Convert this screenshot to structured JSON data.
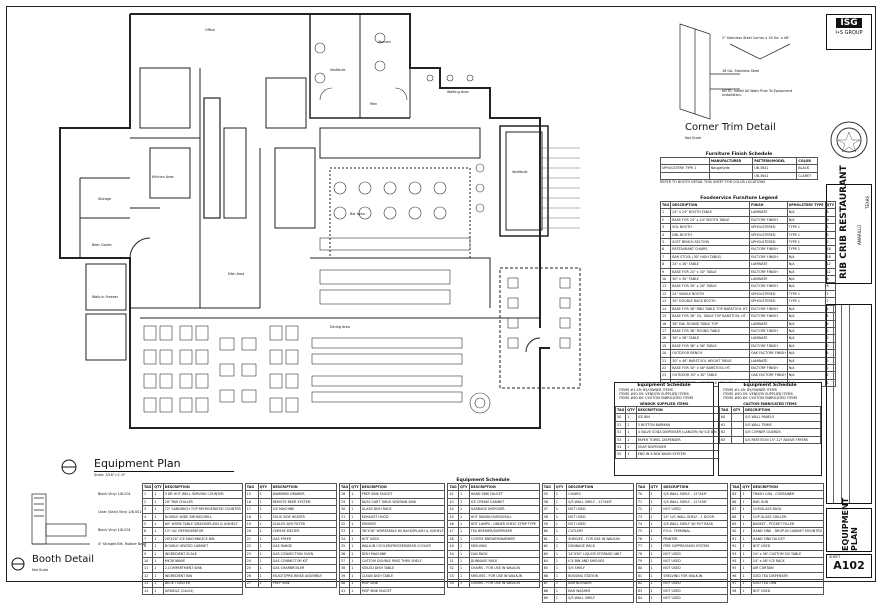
{
  "sheet": {
    "plan_title": "Equipment Plan",
    "plan_scale": "Scale: 3/16\"=1'-0\"",
    "plan_ref": "A102",
    "booth_title": "Booth Detail",
    "booth_scale": "Not Scale",
    "corner_title": "Corner Trim Detail",
    "corner_scale": "Not Scale",
    "sheet_number": "A102",
    "sheet_name": "EQUIPMENT PLAN"
  },
  "title_block": {
    "firm_logo": "ISG",
    "firm_name": "I•S GROUP",
    "project_name": "RIB CRIB RESTAURANT",
    "city": "AMARILLO",
    "state": "TEXAS",
    "sheet_label": "SHEET"
  },
  "rooms": [
    {
      "name": "Office",
      "kind": "room"
    },
    {
      "name": "Women",
      "kind": "room"
    },
    {
      "name": "Men",
      "kind": "room"
    },
    {
      "name": "Vestibule",
      "kind": "room"
    },
    {
      "name": "Waiting Area",
      "kind": "room"
    },
    {
      "name": "Kitchen Area",
      "kind": "room"
    },
    {
      "name": "Bar Area",
      "kind": "room"
    },
    {
      "name": "Dining Area",
      "kind": "room"
    },
    {
      "name": "Storage",
      "kind": "room"
    },
    {
      "name": "Beer Cooler",
      "kind": "room"
    },
    {
      "name": "Walk-in Freezer",
      "kind": "room"
    },
    {
      "name": "Dish Area",
      "kind": "room"
    },
    {
      "name": "Vestibule",
      "kind": "room"
    }
  ],
  "corner_detail": {
    "notes": [
      "2\" Stainless Steel Corner x 16 Ga. x 48\"",
      "18 GA. Stainless Steel",
      "NOTE: Install All Walls Prior To Equipment Installation."
    ]
  },
  "booth_detail": {
    "notes": [
      "Black Vinyl 1/8-001",
      "Clear (Seal) Vinyl 1/8-001",
      "Black Vinyl 1/8-001",
      "4\" Straight Blk. Rubber Base"
    ]
  },
  "furniture_finish": {
    "title": "Furniture Finish Schedule",
    "headers": [
      "",
      "MANUFACTURER",
      "PATTERN/MODEL",
      "COLOR"
    ],
    "rows": [
      [
        "UPHOLSTERY: TYPE 1",
        "Naugahyde",
        "UB-3641",
        "BLACK"
      ],
      [
        "",
        "",
        "UB-3641",
        "CLARET"
      ]
    ],
    "note": "REFER TO BOOTH DETAIL THIS SHEET FOR COLOR LOCATIONS"
  },
  "furniture_legend": {
    "title": "Foodservice Furniture Legend",
    "headers": [
      "TAG",
      "DESCRIPTION",
      "FINISH",
      "UPHOLSTERY TYPE",
      "QTY"
    ],
    "rows": [
      [
        "1",
        "24\" x 24\" BOOTH TABLE",
        "LAMINATE",
        "N/A",
        "8"
      ],
      [
        "2",
        "BASE FOR 24\" x 24\" BOOTH TABLE",
        "FACTORY FINISH",
        "N/A",
        "8"
      ],
      [
        "3",
        "SGL BOOTH",
        "UPHOLSTERED",
        "TYPE 1",
        "4"
      ],
      [
        "4",
        "DBL BOOTH",
        "UPHOLSTERED",
        "TYPE 1",
        "3"
      ],
      [
        "5",
        "SOFT BENCH SECTION",
        "UPHOLSTERED",
        "TYPE 1",
        "2"
      ],
      [
        "6",
        "RESTAURANT CHAIRS",
        "FACTORY FINISH",
        "TYPE 1",
        "48"
      ],
      [
        "7",
        "BAR STOOL (30\" HIGH TABLE)",
        "FACTORY FINISH",
        "N/A",
        "16"
      ],
      [
        "8",
        "24\" x 30\" TABLE",
        "LAMINATE",
        "N/A",
        "12"
      ],
      [
        "9",
        "BASE FOR 24\" x 30\" TABLE",
        "FACTORY FINISH",
        "N/A",
        "12"
      ],
      [
        "10",
        "30\" x 30\" TABLE",
        "LAMINATE",
        "N/A",
        "6"
      ],
      [
        "11",
        "BASE FOR 30\" x 30\" TABLE",
        "FACTORY FINISH",
        "N/A",
        "6"
      ],
      [
        "12",
        "24\" SINGLE BOOTH",
        "UPHOLSTERED",
        "TYPE 1",
        "2"
      ],
      [
        "13",
        "30\" DOUBLE BACK BOOTH",
        "UPHOLSTERED",
        "TYPE 1",
        "2"
      ],
      [
        "14",
        "BASE FOR 36\" RND TABLE TOP BARSTOOL HT.",
        "FACTORY FINISH",
        "N/A",
        "4"
      ],
      [
        "15",
        "BASE FOR 36\" SQ. TABLE TOP BARSTOOL HT.",
        "FACTORY FINISH",
        "N/A",
        "4"
      ],
      [
        "16",
        "36\" DIA. ROUND TABLE TOP",
        "LAMINATE",
        "N/A",
        "4"
      ],
      [
        "17",
        "BASE FOR 36\" ROUND TABLE",
        "FACTORY FINISH",
        "N/A",
        "4"
      ],
      [
        "18",
        "36\" x 36\" TABLE",
        "LAMINATE",
        "N/A",
        "2"
      ],
      [
        "19",
        "BASE FOR 36\" x 36\" TABLE",
        "FACTORY FINISH",
        "N/A",
        "2"
      ],
      [
        "20",
        "OUTDOOR BENCH",
        "OAK FACTORY FINISH",
        "N/A",
        "4"
      ],
      [
        "21",
        "30\" x 48\" BARSTOOL HEIGHT TABLE",
        "LAMINATE",
        "N/A",
        "2"
      ],
      [
        "22",
        "BASE FOR 30\" x 48\" BARSTOOL HT.",
        "FACTORY FINISH",
        "N/A",
        "2"
      ],
      [
        "23",
        "OUTDOOR 30\" x 30\" TABLE",
        "OAK FACTORY FINISH",
        "N/A",
        "2"
      ],
      [
        "24",
        "OUTDOOR 30\" x 30\" TABLE (42\" HIGH)",
        "OAK FACTORY FINISH",
        "N/A",
        "2"
      ]
    ]
  },
  "equipment_small": {
    "title": "Equipment Schedule",
    "keys": [
      "ITEMS #1-49: BY/OWNER ITEMS",
      "ITEMS #50-59: VENDOR SUPPLIED ITEMS",
      "ITEMS #60-69: CUSTOM FABRICATED ITEMS"
    ],
    "subtitle": "VENDOR SUPPLIED ITEMS",
    "headers": [
      "TAG",
      "QTY",
      "DESCRIPTION"
    ],
    "rows": [
      [
        "50",
        "1",
        "ICE BIN"
      ],
      [
        "51",
        "1",
        "3 BUTTON BARMAN"
      ],
      [
        "52",
        "1",
        "4 VALVE SODA DISPENSER (LANCER) W/ ICE BIN"
      ],
      [
        "53",
        "1",
        "PAPER TOWEL DISPENSER"
      ],
      [
        "54",
        "1",
        "SOAP DISPENSER"
      ],
      [
        "55",
        "1",
        "END IN A BOX WASH SYSTEM"
      ]
    ]
  },
  "equipment_custom": {
    "title": "Equipment Schedule",
    "keys": [
      "ITEMS #1-49: BY/OWNER ITEMS",
      "ITEMS #50-59: VENDOR SUPPLIED ITEMS",
      "ITEMS #60-69: CUSTOM FABRICATED ITEMS"
    ],
    "subtitle": "CUSTOM FABRICATED ITEMS",
    "headers": [
      "TAG",
      "QTY",
      "DESCRIPTION"
    ],
    "rows": [
      [
        "60",
        "",
        "S/S WALL PANELS"
      ],
      [
        "61",
        "",
        "S/S WALL TRIMS"
      ],
      [
        "62",
        "",
        "S/S CORNER GUARDS"
      ],
      [
        "63",
        "",
        "S/S PARTITION 15\"-12\" ABOVE FRYERS"
      ]
    ]
  },
  "equipment_main": {
    "title": "Equipment Schedule",
    "headers": [
      "TAG",
      "QTY",
      "DESCRIPTION"
    ],
    "col1": [
      [
        "1",
        "1",
        "3 DR HOT WELL SERVING COUNTER"
      ],
      [
        "2",
        "1",
        "20\" PAN CHILLER"
      ],
      [
        "3",
        "1",
        "72\" SANDWICH TOP REFRIGERATED COUNTER"
      ],
      [
        "4",
        "1",
        "DOUBLE WIDE SMOKE/GRILL"
      ],
      [
        "5",
        "1",
        "60\" WORK TABLE S/BACKSPLASH & U/SHELF"
      ],
      [
        "6",
        "1",
        "15\" U/C REFRIGERATOR"
      ],
      [
        "7",
        "1",
        "20\"X20\" ICE MACHINE/ICE BIN"
      ],
      [
        "8",
        "1",
        "DOUBLE HEATED CABINET"
      ],
      [
        "9",
        "1",
        "INGREDIENT SCALE"
      ],
      [
        "10",
        "1",
        "MICROWAVE"
      ],
      [
        "11",
        "1",
        "2-COMPARTMENT SINK"
      ],
      [
        "12",
        "1",
        "INGREDIENT BIN"
      ],
      [
        "13",
        "1",
        "DECK TOASTER"
      ],
      [
        "14",
        "1",
        "GRIDDLE (24x24)"
      ]
    ],
    "col2": [
      [
        "15",
        "1",
        "WARMING DRAWER"
      ],
      [
        "16",
        "1",
        "REMOTE BEER SYSTEM"
      ],
      [
        "17",
        "1",
        "ICE MACHINE"
      ],
      [
        "18",
        "1",
        "SOUS VIDE HEATER"
      ],
      [
        "19",
        "1",
        "SCALES W/O FILTER"
      ],
      [
        "20",
        "1",
        "CHEESE MELTER"
      ],
      [
        "21",
        "1",
        "GAS FRYER"
      ],
      [
        "22",
        "1",
        "GAS RANGE"
      ],
      [
        "23",
        "1",
        "GAS CONVECTION OVEN"
      ],
      [
        "24",
        "1",
        "GAS CONNECTOR KIT"
      ],
      [
        "25",
        "1",
        "GAS CHARBROILER"
      ],
      [
        "26",
        "1",
        "FAUCET/PRE-RINSE ASSEMBLY"
      ],
      [
        "27",
        "1",
        "PREP SINK"
      ]
    ],
    "col3": [
      [
        "28",
        "1",
        "PREP SINK FAUCET"
      ],
      [
        "29",
        "1",
        "BUSS CART TABLE W/DRAIN SINK"
      ],
      [
        "30",
        "1",
        "GLASS DISH RACK"
      ],
      [
        "31",
        "1",
        "EXHAUST HOOD"
      ],
      [
        "32",
        "1",
        "SMOKER"
      ],
      [
        "33",
        "1",
        "36\"X30\" WORKTABLE W/ BACKSPLASH & U/SHELF"
      ],
      [
        "34",
        "1",
        "HOT USED"
      ],
      [
        "35",
        "1",
        "WALK-IN COOLER/FREEZER/BEER COOLER"
      ],
      [
        "36",
        "1",
        "DISH MACHINE"
      ],
      [
        "37",
        "1",
        "CUSTOM DOUBLE PASS THRU SHELF"
      ],
      [
        "38",
        "1",
        "SOILED DISH TABLE"
      ],
      [
        "39",
        "1",
        "CLEAN DISH TABLE"
      ],
      [
        "40",
        "1",
        "MOP SINK"
      ],
      [
        "41",
        "1",
        "MOP SINK FAUCET"
      ]
    ],
    "col4": [
      [
        "42",
        "1",
        "HAND SINK FAUCET"
      ],
      [
        "43",
        "1",
        "ICE CREAM CABINET"
      ],
      [
        "44",
        "1",
        "GARBAGE DISPOSER"
      ],
      [
        "45",
        "1",
        "HOT RANGE/OVEN/GRILL"
      ],
      [
        "46",
        "1",
        "HOT LAMPS - UNDER SHELF STRIP TYPE"
      ],
      [
        "47",
        "1",
        "TEA BREWER/DISPENSER"
      ],
      [
        "48",
        "1",
        "COFFEE BREWER/WARMER"
      ],
      [
        "49",
        "1",
        "SHELVING"
      ],
      [
        "50",
        "1",
        "CAN RACK"
      ],
      [
        "51",
        "1",
        "DUNNAGE RACK"
      ],
      [
        "52",
        "1",
        "CHAIRS - FOR USE IN WALK-IN"
      ],
      [
        "53",
        "1",
        "SHELVES - FOR USE IN WALK-IN"
      ],
      [
        "54",
        "1",
        "CHAIRS - FOR USE IN WALK-IN"
      ]
    ],
    "col5": [
      [
        "55",
        "1",
        "CHAIRS"
      ],
      [
        "56",
        "1",
        "S/S WALL SHELF - 12\"X48\""
      ],
      [
        "57",
        "1",
        "NOT USED"
      ],
      [
        "58",
        "1",
        "NOT USED"
      ],
      [
        "59",
        "1",
        "NOT USED"
      ],
      [
        "60",
        "1",
        "CUTLERY"
      ],
      [
        "61",
        "1",
        "SHELVES - FOR USE IN WALK-IN"
      ],
      [
        "62",
        "1",
        "DUNNAGE RACK"
      ],
      [
        "63",
        "1",
        "24\"X30\" LIQUOR STORAGE UNIT"
      ],
      [
        "64",
        "1",
        "ICE BIN AND SHELVES"
      ],
      [
        "65",
        "1",
        "S/S SHELF"
      ],
      [
        "66",
        "1",
        "BUSSING STATION"
      ],
      [
        "67",
        "1",
        "BAR BLENDER"
      ],
      [
        "68",
        "1",
        "BAR WASHER"
      ],
      [
        "69",
        "1",
        "S/S WALL SHELF"
      ]
    ],
    "col6": [
      [
        "70",
        "1",
        "S/S WALL SHELF - 12\"X48\""
      ],
      [
        "71",
        "1",
        "S/S WALL SHELF - 12\"X36\""
      ],
      [
        "72",
        "1",
        "NOT USED"
      ],
      [
        "73",
        "1",
        "24\" U/C WALL SHELF - 1 DOOR"
      ],
      [
        "74",
        "1",
        "S/S WALL SHELF W/ POT RACK"
      ],
      [
        "75",
        "1",
        "P.O.S. TERMINAL"
      ],
      [
        "76",
        "1",
        "PRINTER"
      ],
      [
        "77",
        "1",
        "FIRE SUPPRESSION SYSTEM"
      ],
      [
        "78",
        "1",
        "NOT USED"
      ],
      [
        "79",
        "1",
        "NOT USED"
      ],
      [
        "80",
        "1",
        "NOT USED"
      ],
      [
        "81",
        "1",
        "SHELVING FOR WALK-IN"
      ],
      [
        "82",
        "1",
        "NOT USED"
      ],
      [
        "83",
        "1",
        "NOT USED"
      ],
      [
        "84",
        "1",
        "NOT USED"
      ]
    ],
    "col7": [
      [
        "85",
        "1",
        "TRASH CAN - CONTAINER"
      ],
      [
        "86",
        "1",
        "BAR GUN"
      ],
      [
        "87",
        "1",
        "CUP/GLASS RACK"
      ],
      [
        "88",
        "1",
        "CUP GLASS CHILLER"
      ],
      [
        "89",
        "1",
        "BASKET - POCKET FILLER"
      ],
      [
        "90",
        "1",
        "HAND SINK - DROP-IN CABINET MOUNTED"
      ],
      [
        "91",
        "1",
        "HAND SINK FAUCET"
      ],
      [
        "92",
        "1",
        "NOT USED"
      ],
      [
        "93",
        "1",
        "24\" x 36\" CUSTOM S/S TABLE"
      ],
      [
        "94",
        "1",
        "24\" x 48\" ICE RACK"
      ],
      [
        "95",
        "1",
        "AIR CURTAIN"
      ],
      [
        "96",
        "1",
        "ICED TEA DISPENSER"
      ],
      [
        "97",
        "1",
        "ICED TEA URN"
      ],
      [
        "98",
        "1",
        "NOT USED"
      ]
    ]
  },
  "colors": {
    "line": "#222222",
    "paper": "#ffffff",
    "title_bg": "#111111"
  }
}
